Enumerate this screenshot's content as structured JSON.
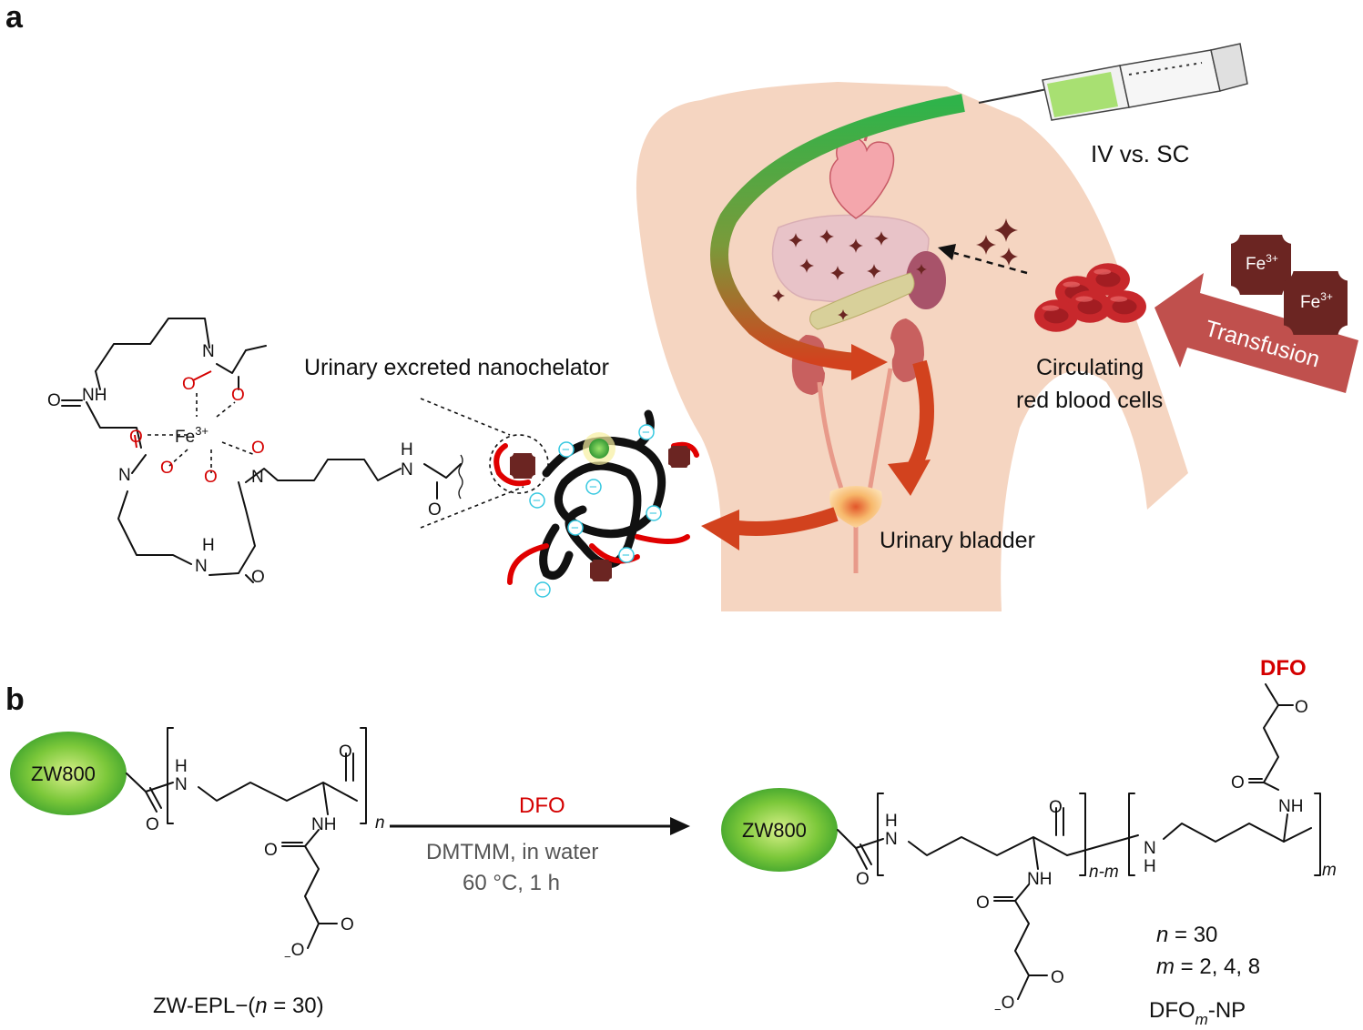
{
  "panel_labels": {
    "a": "a",
    "b": "b"
  },
  "panel_a": {
    "injection_label": "IV vs. SC",
    "nanochelator_label": "Urinary excreted nanochelator",
    "rbc_label_line1": "Circulating",
    "rbc_label_line2": "red blood cells",
    "bladder_label": "Urinary bladder",
    "transfusion_label": "Transfusion",
    "iron_ion_base": "Fe",
    "iron_ion_charge": "3+",
    "negative_charge_symbol": "−"
  },
  "chelate_structure": {
    "fe_base": "Fe",
    "fe_charge": "3+",
    "nh": "NH",
    "n": "N",
    "o": "O",
    "h": "H"
  },
  "panel_b": {
    "zw800_label": "ZW800",
    "reagent": "DFO",
    "conditions_line1": "DMTMM, in water",
    "conditions_line2": "60 °C, 1 h",
    "product_dfo_label": "DFO",
    "starting_n_subscript": "n",
    "product_nm_subscript": "n-m",
    "product_m_subscript": "m",
    "starting_name_prefix": "ZW-EPL−(",
    "starting_name_var": "n",
    "starting_name_suffix": " = 30)",
    "n_var": "n",
    "n_value": " = 30",
    "m_var": "m",
    "m_value": " = 2, 4, 8",
    "product_name_prefix": "DFO",
    "product_name_sub": "m",
    "product_name_suffix": "-NP",
    "o": "O",
    "nh": "NH",
    "n": "N",
    "h": "H",
    "carboxylate_charge": "−"
  },
  "colors": {
    "oxygen_red": "#d40000",
    "green_tube": "#2fb34a",
    "skin": "#f5d5c1",
    "rbc_red": "#c8282c",
    "fe_brown": "#6b2522",
    "arrow_red": "#d2421e",
    "transfusion_arrow": "#c0504d",
    "charge_cyan": "#35c8e0"
  }
}
